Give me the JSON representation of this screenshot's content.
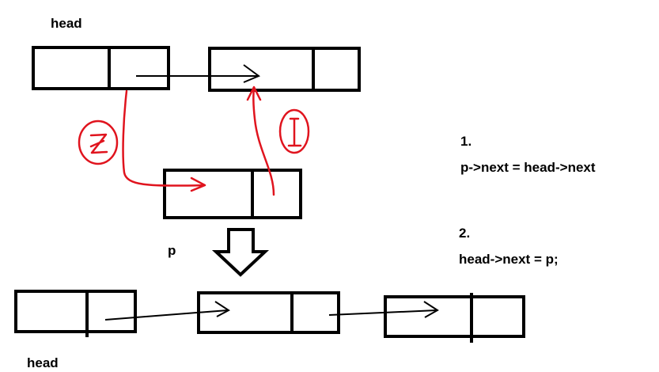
{
  "labels": {
    "head_top": "head",
    "head_bottom": "head",
    "p": "p"
  },
  "steps": {
    "step1_number": "1.",
    "step1_code": "p->next = head->next",
    "step2_number": "2.",
    "step2_code": "head->next = p;"
  },
  "annotations": {
    "circle_1": "1",
    "circle_2": "2"
  },
  "colors": {
    "ink": "#000000",
    "red_annotation": "#e0141e",
    "background": "#ffffff"
  }
}
